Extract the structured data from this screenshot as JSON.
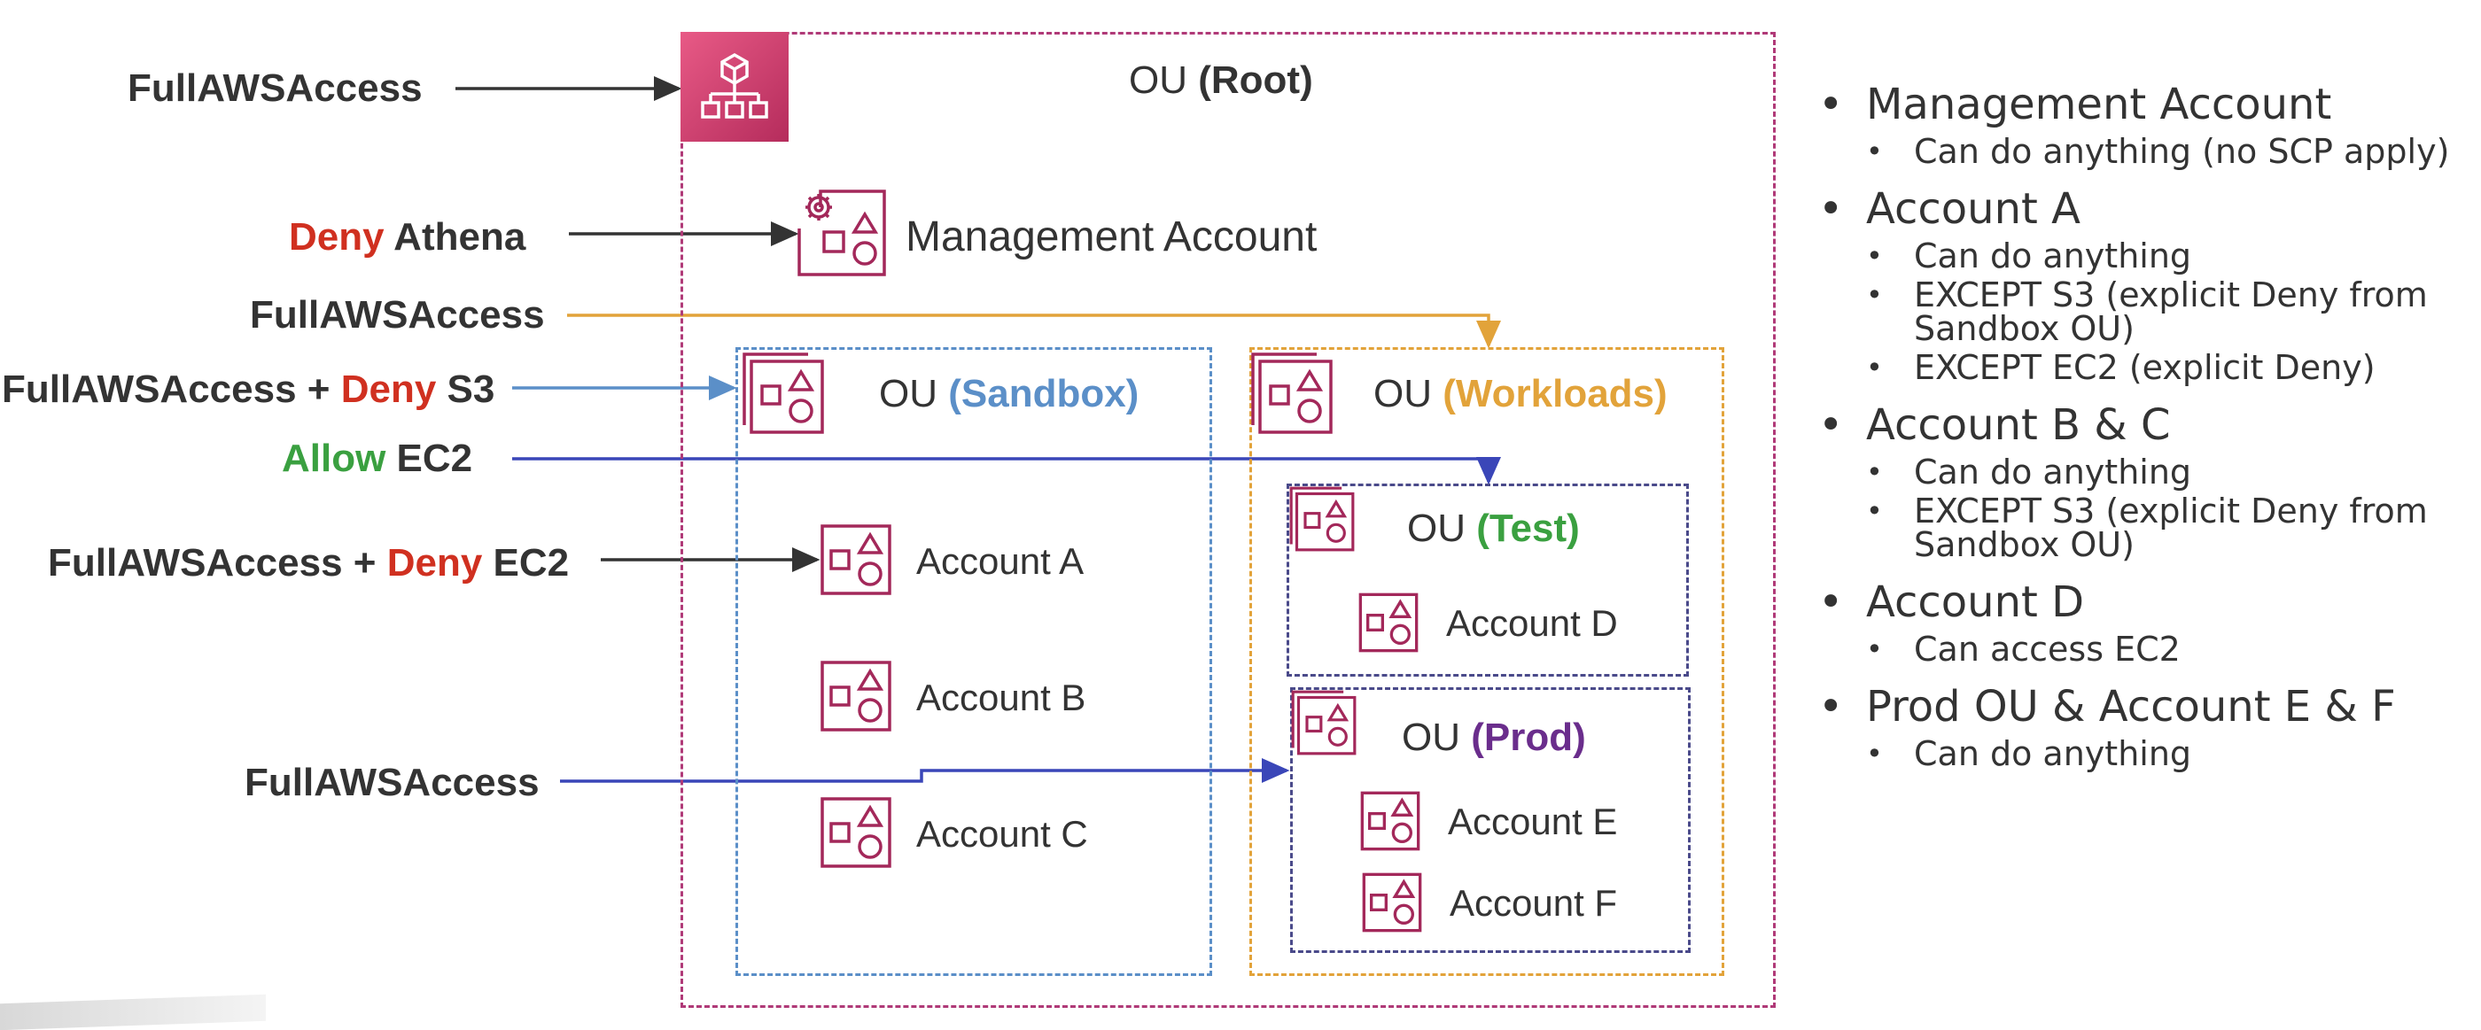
{
  "policies": {
    "root": "FullAWSAccess",
    "mgmt_deny": "Deny",
    "mgmt_service": " Athena",
    "workloads": "FullAWSAccess",
    "sandbox_prefix": "FullAWSAccess + ",
    "sandbox_deny": "Deny",
    "sandbox_service": " S3",
    "test_allow": "Allow",
    "test_service": " EC2",
    "accountA_prefix": "FullAWSAccess + ",
    "accountA_deny": "Deny",
    "accountA_service": " EC2",
    "prod": "FullAWSAccess"
  },
  "ous": {
    "root_prefix": "OU ",
    "root_name": "(Root)",
    "sandbox_prefix": "OU ",
    "sandbox_name": "(Sandbox)",
    "workloads_prefix": "OU ",
    "workloads_name": "(Workloads)",
    "test_prefix": "OU ",
    "test_name": "(Test)",
    "prod_prefix": "OU ",
    "prod_name": "(Prod)"
  },
  "accounts": {
    "management": "Management Account",
    "a": "Account A",
    "b": "Account B",
    "c": "Account C",
    "d": "Account D",
    "e": "Account E",
    "f": "Account F"
  },
  "summary": [
    {
      "title": "Management Account",
      "items": [
        "Can do anything (no SCP apply)"
      ]
    },
    {
      "title": "Account A",
      "items": [
        "Can do anything",
        "EXCEPT S3 (explicit Deny from Sandbox OU)",
        "EXCEPT EC2 (explicit Deny)"
      ]
    },
    {
      "title": "Account B & C",
      "items": [
        "Can do anything",
        "EXCEPT S3 (explicit Deny from Sandbox OU)"
      ]
    },
    {
      "title": "Account D",
      "items": [
        "Can access EC2"
      ]
    },
    {
      "title": "Prod OU & Account E & F",
      "items": [
        "Can do anything"
      ]
    }
  ],
  "colors": {
    "root": "#b03a78",
    "sandbox": "#5b8fc8",
    "workloads": "#e2a33a",
    "test": "#3aa040",
    "prod": "#6a2d8c",
    "deny": "#d03020",
    "allow": "#3aa040",
    "icon": "#a3285a"
  }
}
